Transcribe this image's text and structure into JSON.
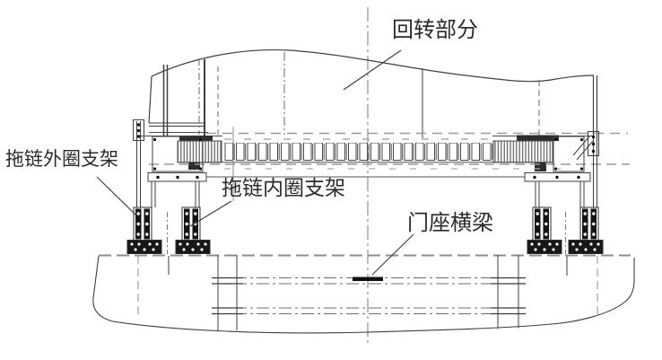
{
  "drawing": {
    "type": "engineering-cad-elevation",
    "labels": {
      "rotating_part": "回转部分",
      "outer_ring_bracket": "拖链外圈支架",
      "inner_ring_bracket": "拖链内圈支架",
      "gantry_beam": "门座横梁"
    },
    "colors": {
      "background": "#ffffff",
      "line": "#3f3f3f",
      "hidden_line": "#949494",
      "dark_fill": "#151515"
    }
  }
}
